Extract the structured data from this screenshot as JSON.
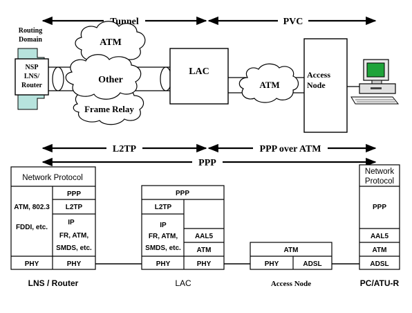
{
  "top": {
    "tunnel_label": "Tunnel",
    "pvc_label": "PVC",
    "routing_domain": [
      "Routing",
      "Domain"
    ],
    "nsp_box": [
      "NSP",
      "LNS/",
      "Router"
    ],
    "cloud_atm": "ATM",
    "cloud_other": "Other",
    "cloud_frame_relay": "Frame Relay",
    "lac_label": "LAC",
    "pvc_cloud_atm": "ATM",
    "access_node": [
      "Access",
      "Node"
    ]
  },
  "middle": {
    "l2tp_label": "L2TP",
    "ppp_over_atm_label": "PPP over ATM",
    "ppp_label": "PPP"
  },
  "stacks": {
    "lns": {
      "network_protocol": "Network Protocol",
      "ppp": "PPP",
      "atm_8023": "ATM, 802.3",
      "fddi": "FDDI, etc.",
      "l2tp": "L2TP",
      "ip": "IP",
      "fr_atm": "FR, ATM,",
      "smds": "SMDS, etc.",
      "phy_left": "PHY",
      "phy_right": "PHY"
    },
    "lac": {
      "ppp": "PPP",
      "l2tp": "L2TP",
      "ip": "IP",
      "fr_atm": "FR, ATM,",
      "smds": "SMDS, etc.",
      "aal5": "AAL5",
      "atm": "ATM",
      "phy_left": "PHY",
      "phy_right": "PHY"
    },
    "access_node": {
      "atm": "ATM",
      "phy": "PHY",
      "adsl": "ADSL"
    },
    "pc": {
      "network_protocol": [
        "Network",
        "Protocol"
      ],
      "ppp": "PPP",
      "aal5": "AAL5",
      "atm": "ATM",
      "adsl": "ADSL"
    }
  },
  "captions": {
    "lns_router": "LNS / Router",
    "lac": "LAC",
    "access_node": "Access Node",
    "pc_atu_r": "PC/ATU-R"
  },
  "colors": {
    "nsp_teal": "#b7e3dd",
    "monitor_screen": "#1fa33a"
  }
}
